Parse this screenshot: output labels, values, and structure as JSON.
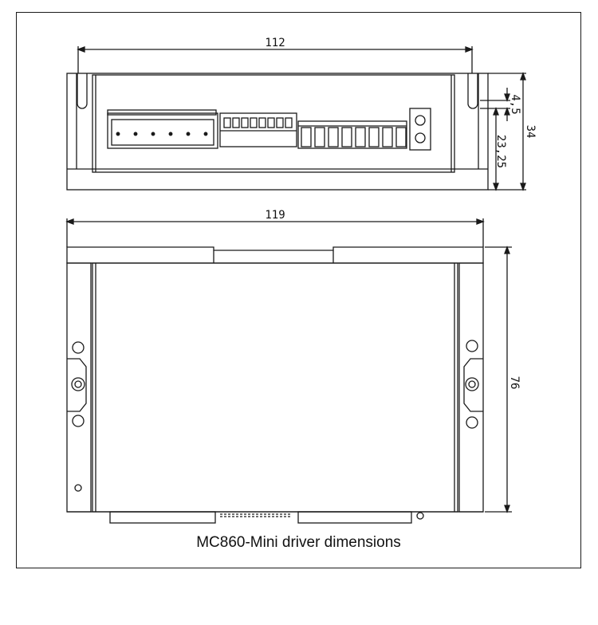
{
  "caption": "MC860-Mini driver dimensions",
  "dimensions": {
    "top_width": "112",
    "bottom_width": "119",
    "height_total": "34",
    "height_slot": "4,5",
    "height_inner": "23,25",
    "depth": "76"
  }
}
